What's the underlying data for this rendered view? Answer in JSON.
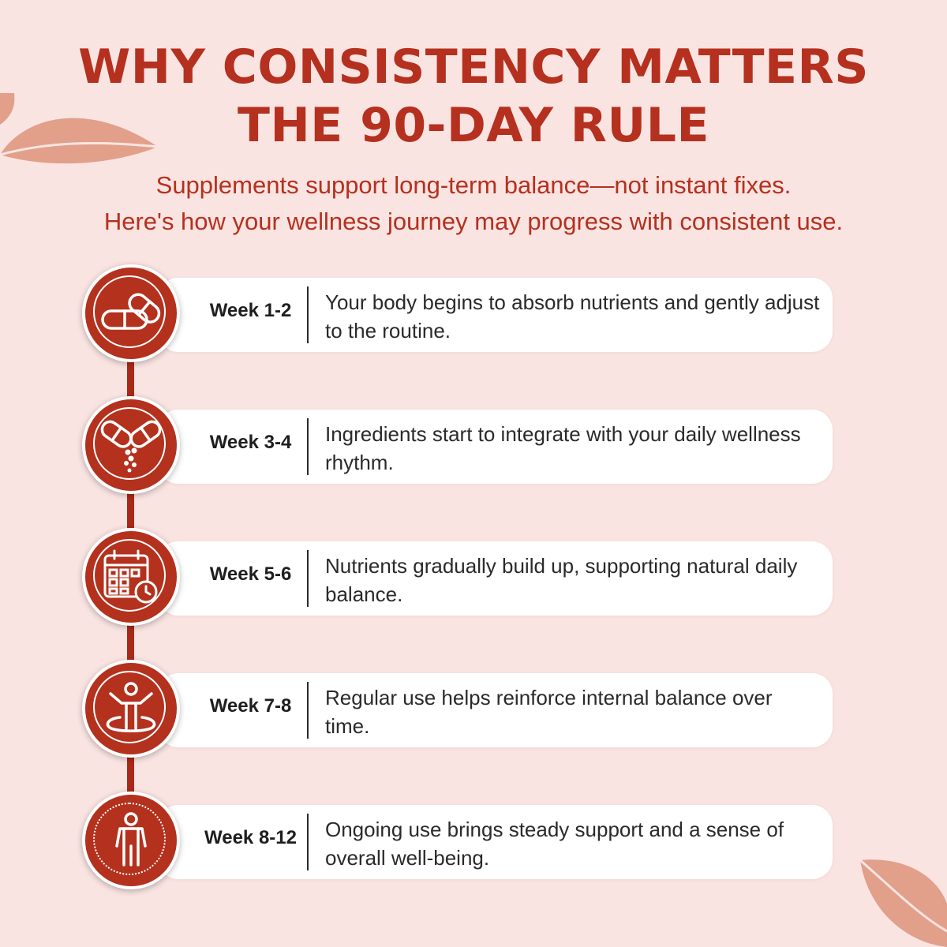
{
  "title": {
    "line1": "WHY CONSISTENCY MATTERS",
    "line2": "THE 90-DAY RULE"
  },
  "subtitle": {
    "line1": "Supplements support long-term balance—not instant fixes.",
    "line2": "Here's how your wellness journey may progress with consistent use."
  },
  "colors": {
    "background": "#f9e4e2",
    "accent": "#b5301e",
    "leaf": "#e2a08a",
    "card": "#ffffff"
  },
  "steps": [
    {
      "week": "Week 1-2",
      "description": "Your body begins to absorb nutrients and gently adjust to the routine.",
      "icon": "capsules-icon"
    },
    {
      "week": "Week 3-4",
      "description": "Ingredients start to integrate with your daily wellness rhythm.",
      "icon": "open-capsule-icon"
    },
    {
      "week": "Week 5-6",
      "description": "Nutrients gradually build up, supporting natural daily balance.",
      "icon": "calendar-clock-icon"
    },
    {
      "week": "Week 7-8",
      "description": "Regular use helps reinforce internal balance over time.",
      "icon": "person-ring-icon"
    },
    {
      "week": "Week 8-12",
      "description": "Ongoing use brings steady support and a sense of overall well-being.",
      "icon": "person-standing-icon"
    }
  ]
}
